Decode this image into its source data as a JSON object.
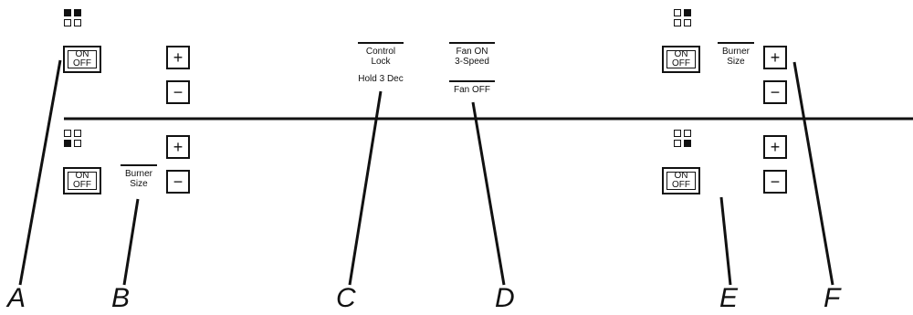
{
  "controls": {
    "left_rear": {
      "zone_pattern": [
        true,
        true,
        false,
        false
      ],
      "onoff_on": "ON",
      "onoff_off": "OFF",
      "plus": "+",
      "minus": "−"
    },
    "left_front": {
      "zone_pattern": [
        false,
        false,
        true,
        false
      ],
      "onoff_on": "ON",
      "onoff_off": "OFF",
      "burner_size": [
        "Burner",
        "Size"
      ],
      "plus": "+",
      "minus": "−"
    },
    "control_lock": {
      "title_line1": "Control",
      "title_line2": "Lock",
      "hold": "Hold 3 Dec"
    },
    "fan": {
      "on_line1": "Fan ON",
      "on_line2": "3-Speed",
      "off": "Fan OFF"
    },
    "right_rear": {
      "zone_pattern": [
        false,
        true,
        false,
        false
      ],
      "onoff_on": "ON",
      "onoff_off": "OFF",
      "burner_size": [
        "Burner",
        "Size"
      ],
      "plus": "+",
      "minus": "−"
    },
    "right_front": {
      "zone_pattern": [
        false,
        false,
        false,
        true
      ],
      "onoff_on": "ON",
      "onoff_off": "OFF",
      "plus": "+",
      "minus": "−"
    }
  },
  "callouts": [
    "A",
    "B",
    "C",
    "D",
    "E",
    "F"
  ]
}
